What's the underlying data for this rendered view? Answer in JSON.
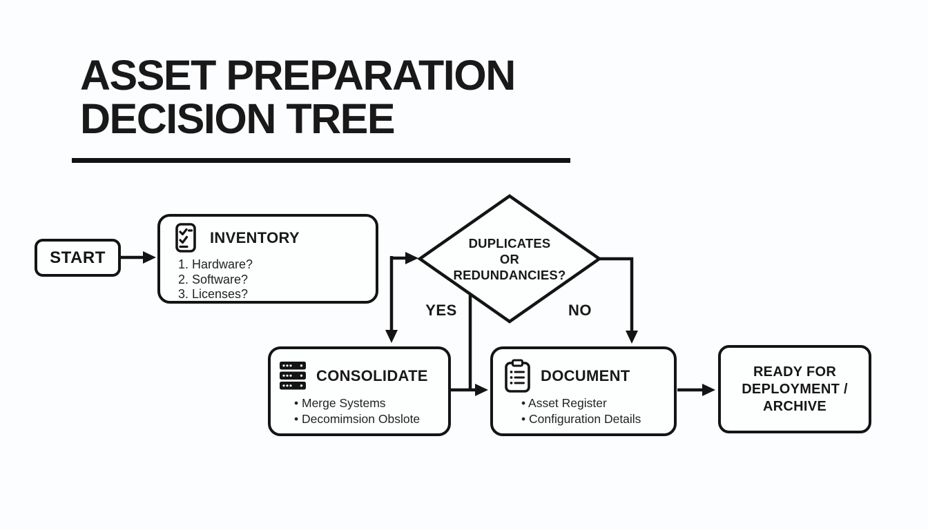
{
  "colors": {
    "ink": "#141414",
    "background": "#fcfdfe"
  },
  "header": {
    "title_line1": "ASSET PREPARATION",
    "title_line2": "DECISION TREE"
  },
  "flow": {
    "start": {
      "label": "START"
    },
    "inventory": {
      "icon": "checklist-icon",
      "title": "INVENTORY",
      "items": [
        "1. Hardware?",
        "2. Software?",
        "3. Licenses?"
      ]
    },
    "decision": {
      "line1": "DUPLICATES",
      "line2": "OR",
      "line3": "REDUNDANCIES?",
      "yes_label": "YES",
      "no_label": "NO"
    },
    "consolidate": {
      "icon": "server-stack-icon",
      "title": "CONSOLIDATE",
      "items": [
        "• Merge Systems",
        "• Decomimsion Obslote"
      ]
    },
    "document": {
      "icon": "clipboard-icon",
      "title": "DOCUMENT",
      "items": [
        "• Asset Register",
        "• Configuration Details"
      ]
    },
    "ready": {
      "line1": "READY FOR",
      "line2": "DEPLOYMENT /",
      "line3": "ARCHIVE"
    }
  }
}
